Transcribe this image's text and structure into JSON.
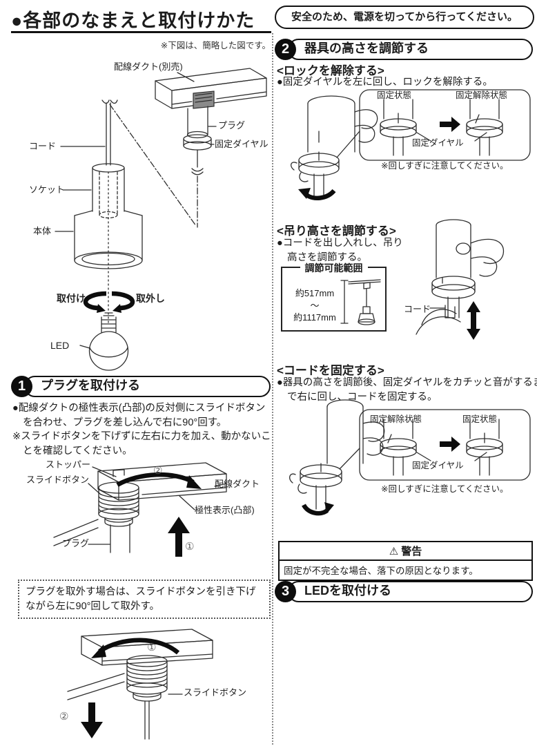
{
  "page": {
    "title": "●各部のなまえと取付けかた",
    "safety_notice": "安全のため、電源を切ってから行ってください。",
    "figure_note": "※下図は、簡略した図です。"
  },
  "parts_diagram": {
    "duct_label": "配線ダクト(別売)",
    "plug_label": "プラグ",
    "dial_label": "固定ダイヤル",
    "cord_label": "コード",
    "socket_label": "ソケット",
    "body_label": "本体",
    "attach_label": "取付け",
    "detach_label": "取外し",
    "led_label": "LED"
  },
  "section1": {
    "number": "1",
    "title": "プラグを取付ける",
    "bullet": "●配線ダクトの極性表示(凸部)の反対側にスライドボタンを合わせ、プラグを差し込んで右に90°回す。",
    "note": "※スライドボタンを下げずに左右に力を加え、動かないことを確認してください。",
    "attach_diagram": {
      "stopper_label": "ストッパー",
      "slide_button_label": "スライドボタン",
      "duct_label": "配線ダクト",
      "polarity_label": "極性表示(凸部)",
      "plug_label": "プラグ",
      "step1": "①",
      "step2": "②"
    },
    "removal_note": "プラグを取外す場合は、スライドボタンを引き下げながら左に90°回して取外す。",
    "removal_diagram": {
      "slide_button_label": "スライドボタン",
      "step1": "①",
      "step2": "②"
    }
  },
  "section2": {
    "number": "2",
    "title": "器具の高さを調節する",
    "unlock": {
      "heading": "<ロックを解除する>",
      "bullet": "●固定ダイヤルを左に回し、ロックを解除する。",
      "state_before": "固定状態",
      "state_after": "固定解除状態",
      "dial_label": "固定ダイヤル",
      "caution": "※回しすぎに注意してください。"
    },
    "height_adjust": {
      "heading": "<吊り高さを調節する>",
      "bullet": "●コードを出し入れし、吊り高さを調節する。",
      "range_title": "調節可能範囲",
      "range_min": "約517mm",
      "range_tilde": "〜",
      "range_max": "約1117mm",
      "cord_label": "コード"
    },
    "lock": {
      "heading": "<コードを固定する>",
      "bullet": "●器具の高さを調節後、固定ダイヤルをカチッと音がするまで右に回し、コードを固定する。",
      "state_before": "固定解除状態",
      "state_after": "固定状態",
      "dial_label": "固定ダイヤル",
      "caution": "※回しすぎに注意してください。"
    },
    "warning": {
      "title": "⚠ 警告",
      "text": "固定が不完全な場合、落下の原因となります。"
    }
  },
  "section3": {
    "number": "3",
    "title": "LEDを取付ける"
  }
}
